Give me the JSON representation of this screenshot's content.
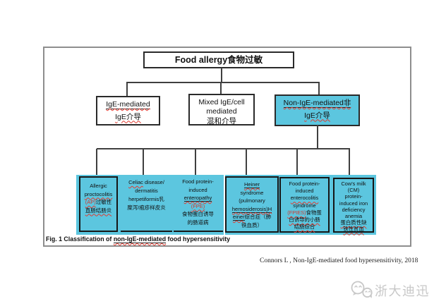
{
  "colors": {
    "cyan": "#5cc6df",
    "red": "#d4372b",
    "line": "#3f3f3f",
    "frame": "#8e8e8e",
    "border": "#2a2a2a",
    "wavy": "#e03a2f",
    "watermark": "#c8c8c8"
  },
  "root_box": {
    "label": "Food allergy食物过敏"
  },
  "level2": {
    "ige": {
      "line1": "IgE-mediated",
      "line2": "IgE介导"
    },
    "mixed": {
      "line1": "Mixed IgE/cell",
      "line2": "mediated",
      "line3": "混和介导"
    },
    "non_ige": {
      "line1": "Non-IgE-mediated非",
      "line2": "IgE介导"
    }
  },
  "level3": {
    "allergic": {
      "l1": "Allergic",
      "l2": "proctocolitis",
      "l3_red": "(AP)",
      "l3b": "过敏性",
      "l4": "直肠结肠炎"
    },
    "celiac": {
      "l1a": "Celiac",
      "l1b": " disease/",
      "l2": "dermatitis",
      "l3": "herpetiformis乳",
      "l4": "糜泻/疱疹样皮炎"
    },
    "fpe": {
      "l1": "Food protein-",
      "l2": "induced",
      "l3": "enteropathy",
      "l4_red": "(FPE)",
      "l5": "食物蛋白诱导",
      "l6": "的肠道病"
    },
    "heiner": {
      "l1": "Heiner",
      "l2": "syndrome",
      "l3": "(pulmonary",
      "l4": "hemosiderosis)H",
      "l5a": "einer",
      "l5b": "综合症（肺",
      "l6": "铁血质）"
    },
    "fpies": {
      "l1": "Food protein-",
      "l2": "induced",
      "l3": "enterocolitis",
      "l4": "syndrome",
      "l5_red": "(FPIES)",
      "l5b": "食物蛋",
      "l6": "白诱导的小肠",
      "l7": "结肠综合"
    },
    "cm": {
      "l1": "Cow's milk",
      "l2": "(CM)",
      "l3": "protein-",
      "l4": "induced iron",
      "l5": "deficiency",
      "l6": "anemia",
      "l7": "蛋白质性缺",
      "l8": "铁性贫血"
    }
  },
  "caption": {
    "prefix": "Fig. 1 Classification of ",
    "underlined": "non-IgE-mediated",
    "suffix": " food hypersensitivity"
  },
  "citation": "Connors L , Non-IgE-mediated food hypersensitivity, 2018",
  "watermark": {
    "icon": "wechat-bubbles-icon",
    "text": "浙大迪迅"
  }
}
